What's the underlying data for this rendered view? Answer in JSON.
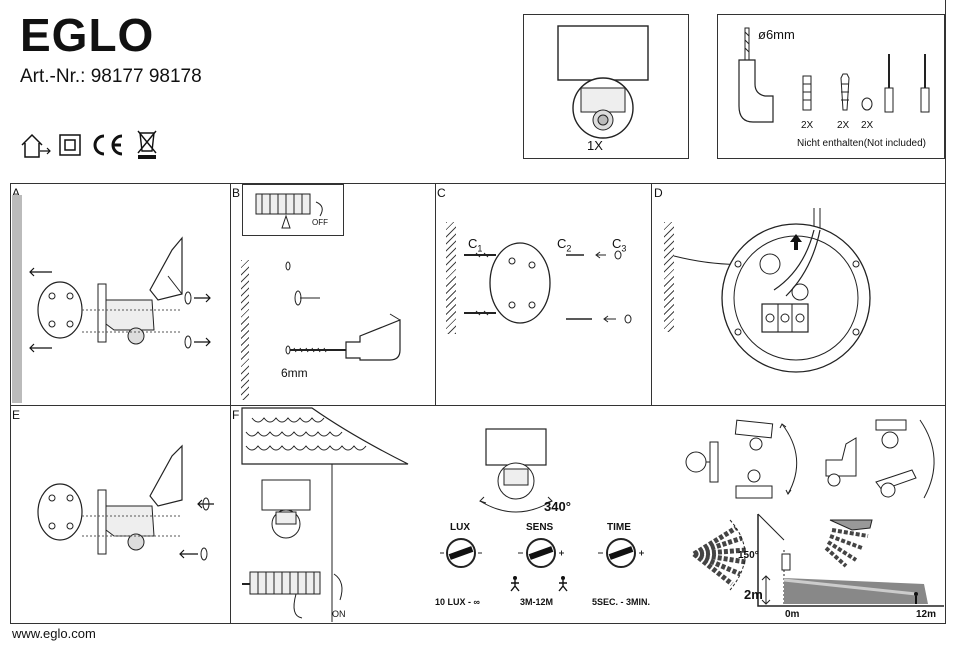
{
  "header": {
    "brand": "EGLO",
    "art_nr": "Art.-Nr.: 98177 98178",
    "cert_icons": [
      "indoor-outdoor-house-icon",
      "class-ii-double-square-icon",
      "ce-mark-icon",
      "weee-crossed-bin-icon"
    ]
  },
  "package": {
    "quantity": "1X"
  },
  "hardware": {
    "drill_size": "ø6mm",
    "counts": [
      "2X",
      "2X",
      "2X"
    ],
    "note": "Nicht enthalten(Not included)"
  },
  "steps": {
    "a": {
      "letter": "A"
    },
    "b": {
      "letter": "B",
      "switch_label": "OFF",
      "drill_label": "6mm"
    },
    "c": {
      "letter": "C",
      "c1": "C",
      "c1_sub": "1",
      "c2": "C",
      "c2_sub": "2",
      "c3": "C",
      "c3_sub": "3"
    },
    "d": {
      "letter": "D"
    },
    "e": {
      "letter": "E"
    },
    "f": {
      "letter": "F",
      "switch_label": "ON",
      "rotation": "340°",
      "dials": [
        {
          "title": "LUX",
          "range": "10 LUX - ∞"
        },
        {
          "title": "SENS",
          "range": "3M-12M"
        },
        {
          "title": "TIME",
          "range": "5SEC. - 3MIN."
        }
      ],
      "angle": "150°",
      "height": "2m",
      "dist_start": "0m",
      "dist_end": "12m"
    }
  },
  "footer": {
    "url": "www.eglo.com"
  }
}
